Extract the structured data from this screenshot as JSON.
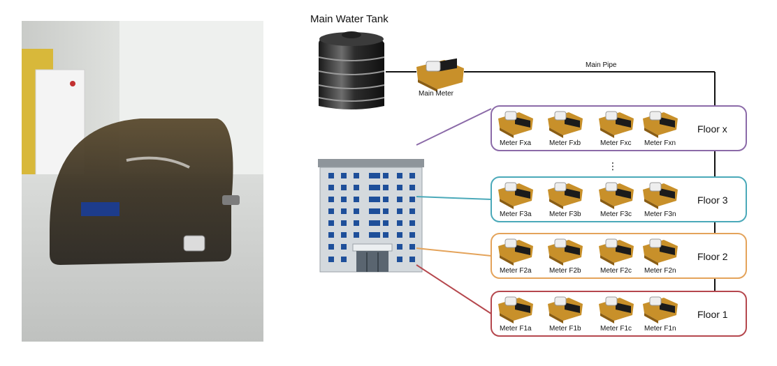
{
  "photo": {
    "icon": "device-photo"
  },
  "diagram": {
    "tank_label": "Main Water Tank",
    "main_meter_label": "Main Meter",
    "main_pipe_label": "Main Pipe",
    "ellipsis": "⋮",
    "floors": [
      {
        "label": "Floor x",
        "color": "#8b6aa8",
        "meters": [
          "Meter Fxa",
          "Meter Fxb",
          "Meter Fxc",
          "Meter Fxn"
        ]
      },
      {
        "label": "Floor 3",
        "color": "#4aa9b9",
        "meters": [
          "Meter F3a",
          "Meter F3b",
          "Meter F3c",
          "Meter F3n"
        ]
      },
      {
        "label": "Floor 2",
        "color": "#e4a35a",
        "meters": [
          "Meter F2a",
          "Meter F2b",
          "Meter F2c",
          "Meter F2n"
        ]
      },
      {
        "label": "Floor 1",
        "color": "#b5474d",
        "meters": [
          "Meter F1a",
          "Meter F1b",
          "Meter F1c",
          "Meter F1n"
        ]
      }
    ]
  }
}
